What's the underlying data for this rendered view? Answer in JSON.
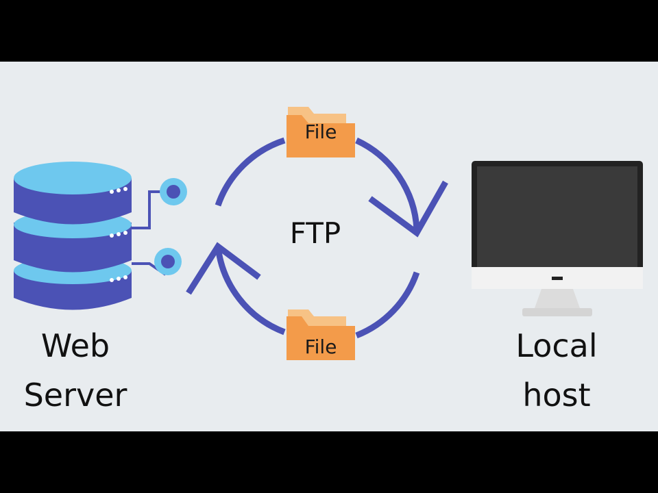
{
  "diagram": {
    "protocol_label": "FTP",
    "server_label_line1": "Web",
    "server_label_line2": "Server",
    "host_label_line1": "Local",
    "host_label_line2": "host",
    "file_top_label": "File",
    "file_bottom_label": "File"
  },
  "colors": {
    "panel_background": "#e8ecef",
    "frame_background": "#000000",
    "server_dark_blue": "#4b52b5",
    "server_light_blue": "#6ec8ee",
    "arrow_blue": "#4b52b5",
    "folder_orange": "#f39b4a",
    "monitor_screen": "#3a3a3a",
    "monitor_frame": "#222222"
  },
  "icons": [
    "database-icon",
    "monitor-icon",
    "folder-icon",
    "cycle-arrow-icon"
  ]
}
